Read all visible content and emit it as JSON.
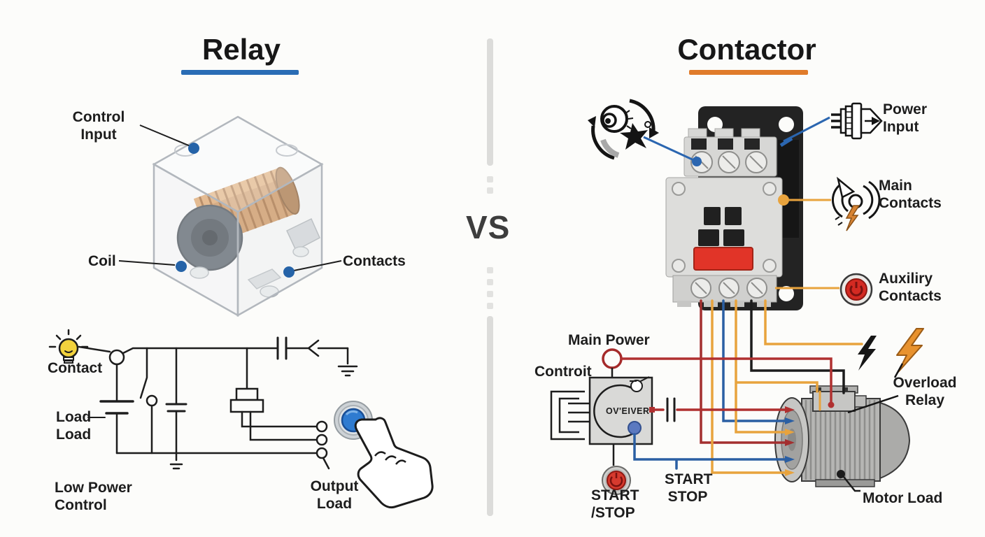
{
  "divider": {
    "vs": "VS"
  },
  "relay": {
    "title": "Relay",
    "part_labels": {
      "control_input": [
        "Control",
        "Input"
      ],
      "coil": "Coil",
      "contacts": "Contacts"
    },
    "circuit_labels": {
      "contact": "Contact",
      "load_top": "Load",
      "load_bottom": "Load",
      "low_power": [
        "Low Power",
        "Control"
      ],
      "output_load": [
        "Output",
        "Load"
      ]
    }
  },
  "contactor": {
    "title": "Contactor",
    "part_labels": {
      "power_input": [
        "Power",
        "Input"
      ],
      "main_contacts": [
        "Main",
        "Contacts"
      ],
      "aux_contacts": [
        "Auxiliry",
        "Contacts"
      ],
      "overload_relay": [
        "Overload",
        "Relay"
      ]
    },
    "circuit_labels": {
      "main_power": "Main Power",
      "control": "Controit",
      "relay_box_text": "OV'EIVER",
      "start_stop_button": [
        "START",
        "/STOP"
      ],
      "start_stop_wire": [
        "START",
        "STOP"
      ],
      "motor_load": "Motor Load"
    }
  },
  "colors": {
    "relay_accent": "#2a6db5",
    "contactor_accent": "#e07b2a",
    "label_dot_blue": "#2563a8",
    "leader_blue": "#2b66b0",
    "wire_red": "#b03030",
    "wire_dark_red": "#a32f2f",
    "wire_blue": "#2b5fa3",
    "wire_orange": "#e8a33d",
    "wire_black": "#1c1c1c",
    "vs_text": "#3d3d3d",
    "divider_gray": "#dcdcda",
    "contactor_red_button": "#e13428",
    "start_stop_button_red": "#d63a2e",
    "push_button_blue": "#2f7bd0",
    "bulb_yellow": "#f2d23d"
  },
  "icons": [
    "lightbulb-icon",
    "pointing-hand-icon",
    "push-button-icon",
    "rotation-coil-icon",
    "power-plug-icon",
    "contact-arc-icon",
    "aux-power-button-icon",
    "black-bolt-icon",
    "orange-bolt-icon",
    "start-stop-button-icon",
    "motor-icon",
    "vs-divider"
  ]
}
